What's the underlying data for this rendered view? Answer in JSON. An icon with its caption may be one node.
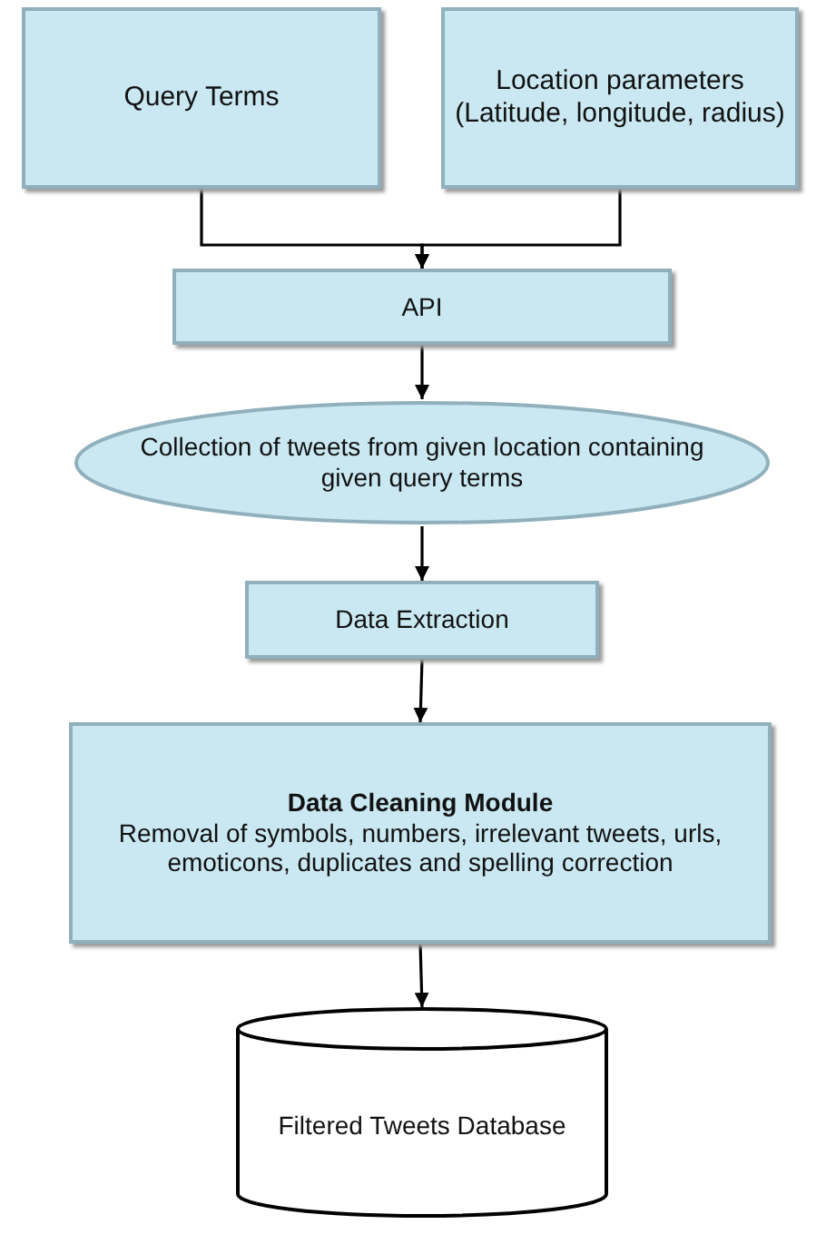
{
  "diagram": {
    "nodes": [
      {
        "text": [
          "Query Terms"
        ]
      },
      {
        "text": [
          "Location parameters (Latitude, longitude, radius)"
        ]
      },
      {
        "text": [
          "API"
        ]
      },
      {
        "text": [
          "Collection of  tweets from given location containing given query terms"
        ]
      },
      {
        "text": [
          "Data Extraction"
        ]
      },
      {
        "text": [
          "Data Cleaning Module",
          "Removal of symbols, numbers, irrelevant tweets, urls, emoticons, duplicates and spelling correction"
        ]
      },
      {
        "text": [
          "Filtered Tweets Database"
        ]
      }
    ],
    "edges": [
      {
        "from": 0,
        "to": 2,
        "arrow": "to"
      },
      {
        "from": 1,
        "to": 2,
        "arrow": "to"
      },
      {
        "from": 2,
        "to": 3,
        "arrow": "to"
      },
      {
        "from": 3,
        "to": 4,
        "arrow": "to"
      },
      {
        "from": 4,
        "to": 5,
        "arrow": "to"
      },
      {
        "from": 5,
        "to": 6,
        "arrow": "to"
      }
    ]
  }
}
